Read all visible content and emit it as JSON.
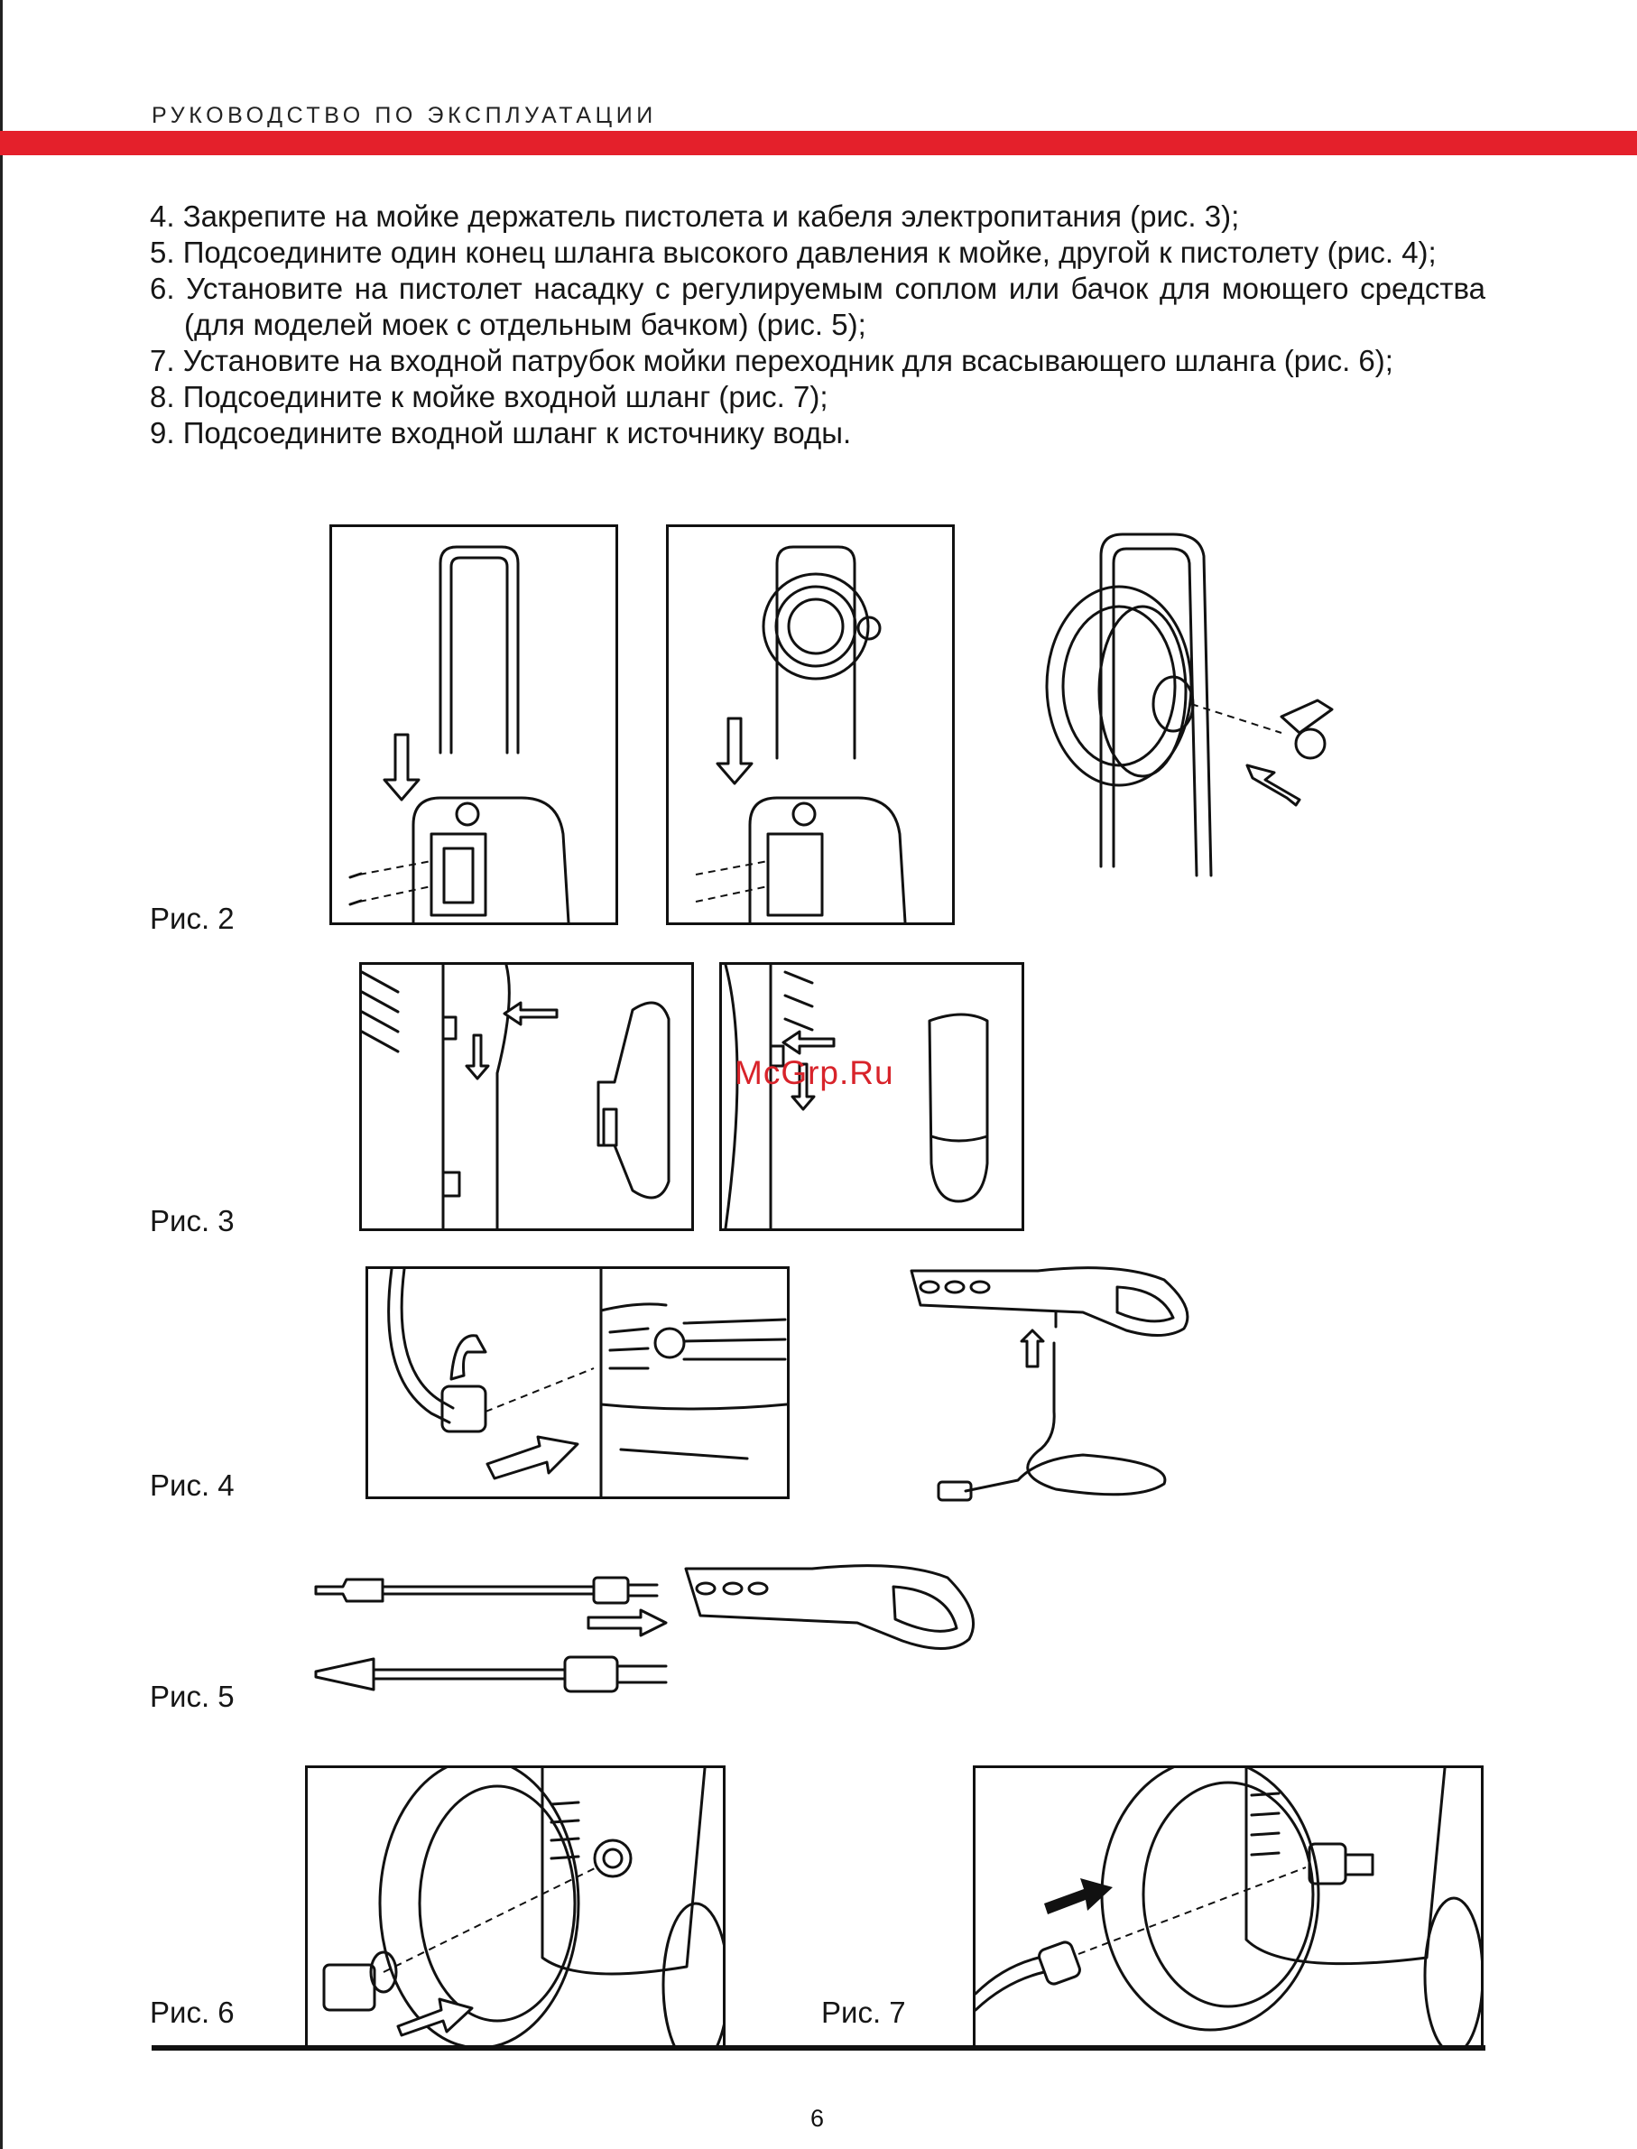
{
  "header": {
    "title": "РУКОВОДСТВО ПО ЭКСПЛУАТАЦИИ"
  },
  "steps": [
    "4. Закрепите на мойке держатель пистолета и кабеля электропитания (рис. 3);",
    "5. Подсоедините один конец шланга высокого давления к мойке, другой к пистолету (рис. 4);",
    "6. Установите на пистолет насадку с регулируемым соплом или бачок для моющего средства (для моделей моек с отдельным бачком) (рис. 5);",
    "7. Установите на входной патрубок мойки переходник для всасывающего шланга (рис. 6);",
    "8. Подсоедините к мойке входной шланг (рис. 7);",
    "9. Подсоедините входной шланг к источнику воды."
  ],
  "figures": {
    "fig2": "Рис. 2",
    "fig3": "Рис. 3",
    "fig4": "Рис. 4",
    "fig5": "Рис. 5",
    "fig6": "Рис. 6",
    "fig7": "Рис. 7"
  },
  "watermark": "McGrp.Ru",
  "footer": {
    "page_number": "6"
  }
}
